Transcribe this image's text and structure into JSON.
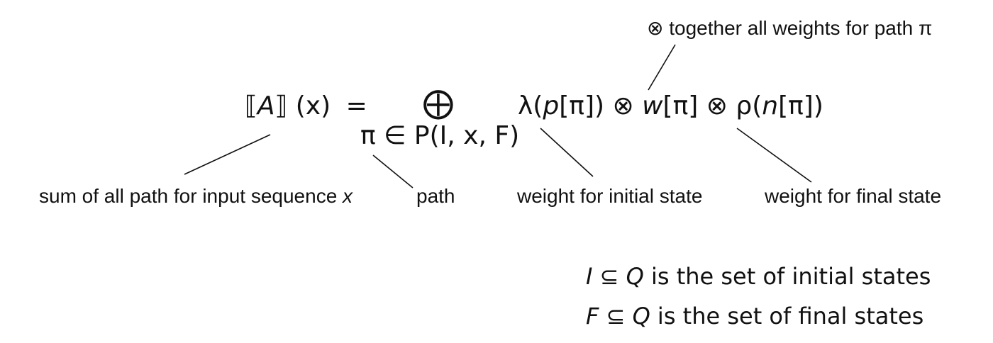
{
  "equation": {
    "lhs_open": "⟦",
    "lhs_var": "A",
    "lhs_close": "⟧",
    "lhs_arg": "(x)",
    "equals": "=",
    "sum_op": "⨁",
    "sum_index": "π ∈ P(I, x, F)",
    "term_lambda": "λ(",
    "term_p": "p",
    "term_p_arg": "[π]) ⊗ ",
    "term_w": "w",
    "term_w_arg": "[π] ⊗ ρ(",
    "term_n": "n",
    "term_n_arg": "[π])"
  },
  "annotations": {
    "top": "⊗ together all weights for path π",
    "sum_all_text": "sum of all path for input sequence ",
    "sum_all_var": "x",
    "path": "path",
    "initial": "weight for initial state",
    "final": "weight for final state"
  },
  "definitions": {
    "initial_sym": "I",
    "initial_rest": " ⊆ ",
    "initial_q": "Q",
    "initial_text": " is the set of initial states",
    "final_sym": "F",
    "final_rest": " ⊆ ",
    "final_q": "Q",
    "final_text": " is the set of final states"
  }
}
